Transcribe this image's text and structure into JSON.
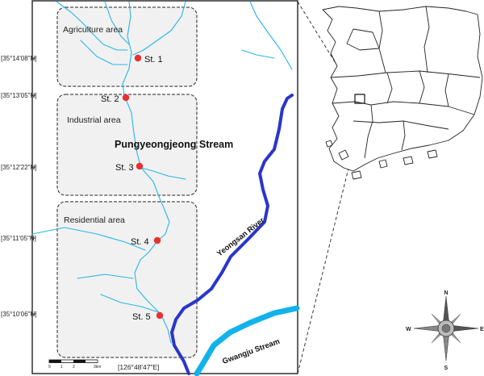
{
  "latitude_labels": [
    "[35°14'08\"N]",
    "[35°13'05\"N]",
    "[35°12'22\"N]",
    "[35°11'05\"N]",
    "[35°10'06\"N]"
  ],
  "longitude_label": "[126°48'47\"E]",
  "zones": [
    "Agriculture area",
    "Industrial area",
    "Residential area"
  ],
  "stations": [
    "St. 1",
    "St. 2",
    "St. 3",
    "St. 4",
    "St. 5"
  ],
  "stream_name": "Pungyeongjeong Stream",
  "river_labels": {
    "yeongsan": "Yeongsan River",
    "gwangju": "Gwangju Stream"
  },
  "scale_bar": {
    "ticks": [
      "0",
      "1",
      "2",
      "3km"
    ]
  },
  "compass": {
    "n": "N",
    "s": "S",
    "e": "E",
    "w": "W"
  },
  "colors": {
    "stream": "#29b6e8",
    "yeongsan_river": "#2a36c9",
    "gwangju_stream": "#12b3ea",
    "station": "#e83030",
    "zone_fill": "#f1f1f1"
  }
}
